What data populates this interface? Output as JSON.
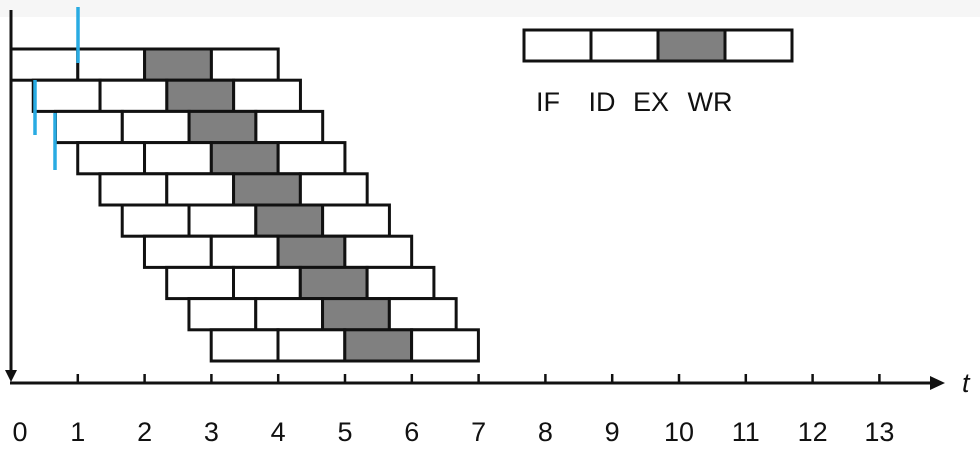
{
  "legend": {
    "stages": [
      "IF",
      "ID",
      "EX",
      "WR"
    ],
    "highlight_stage": "EX"
  },
  "axis": {
    "label": "t",
    "ticks": [
      "0",
      "1",
      "2",
      "3",
      "4",
      "5",
      "6",
      "7",
      "8",
      "9",
      "10",
      "11",
      "12",
      "13"
    ]
  },
  "pipeline": {
    "instruction_count": 10,
    "issue_interval": 0.333,
    "stage_duration": 1
  },
  "colors": {
    "stage_fill": "#ffffff",
    "highlight_fill": "#808080",
    "outline": "#111111",
    "marker": "#29abe2"
  }
}
